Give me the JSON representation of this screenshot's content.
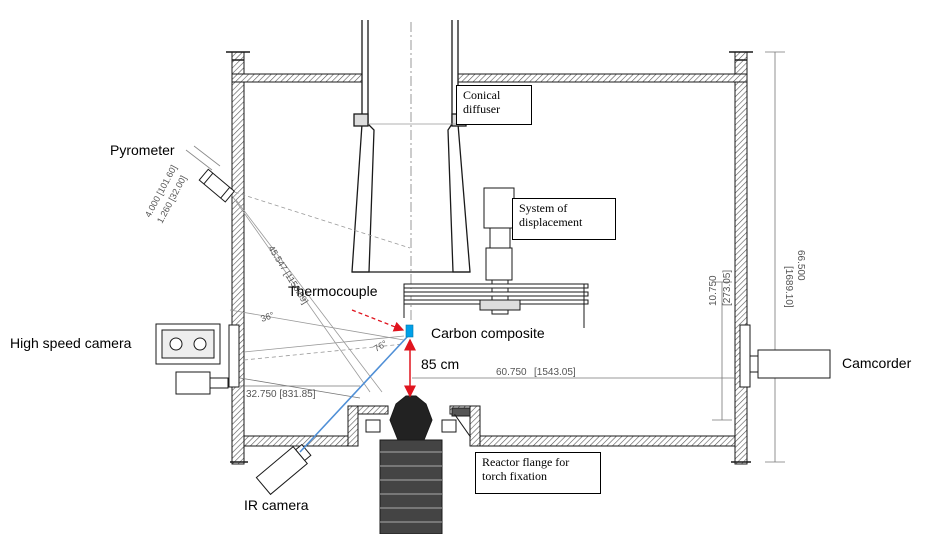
{
  "labels": {
    "pyrometer": "Pyrometer",
    "thermocouple": "Thermocouple",
    "carbon_composite": "Carbon composite",
    "high_speed_camera": "High speed camera",
    "distance": "85 cm",
    "camcorder": "Camcorder",
    "ir_camera": "IR camera"
  },
  "boxes": {
    "conical_diffuser": [
      "Conical",
      "diffuser"
    ],
    "system_of_displacement": [
      "System of",
      "displacement"
    ],
    "reactor_flange": [
      "Reactor flange for",
      "torch fixation"
    ]
  },
  "dimensions": {
    "overall_height": "66.500",
    "overall_height_mm": "[1689.10]",
    "window_height": "10.750",
    "window_height_mm": "[273.05]",
    "horizontal_right": "60.750",
    "horizontal_right_mm": "[1543.05]",
    "horizontal_left": "32.750  [831.85]",
    "pyrometer_a": "4.000 [101.60]",
    "pyrometer_b": "1.260 [32.00]",
    "diagonal": "45.547 [1156.89]",
    "angle_a": "36°",
    "angle_b": "76°"
  },
  "colors": {
    "line": "#1a1a1a",
    "thin_line": "#777777",
    "hatch": "#555555",
    "red_arrow": "#e0141e",
    "blue_beam": "#4f8fd6",
    "sample": "#00a0e9"
  }
}
